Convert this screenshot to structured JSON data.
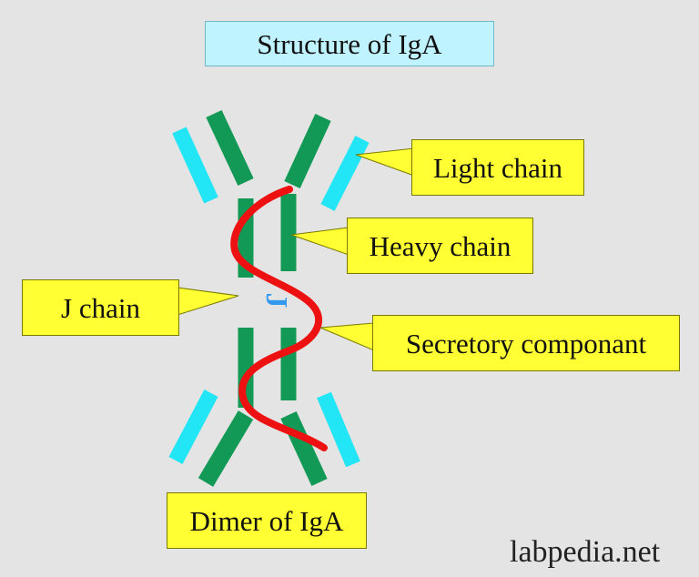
{
  "title": "Structure of IgA",
  "labels": {
    "light_chain": "Light chain",
    "heavy_chain": "Heavy chain",
    "j_chain": "J chain",
    "secretory_component": "Secretory componant",
    "dimer": "Dimer of IgA"
  },
  "j_glyph": "J",
  "watermark": "labpedia.net",
  "colors": {
    "background": "#e4e4e4",
    "heavy_chain": "#119955",
    "light_chain": "#22e5f5",
    "secretory_component": "#ee1111",
    "j_chain": "#3399ee",
    "callout_fill": "#ffff33",
    "title_fill": "#bff3ff"
  }
}
